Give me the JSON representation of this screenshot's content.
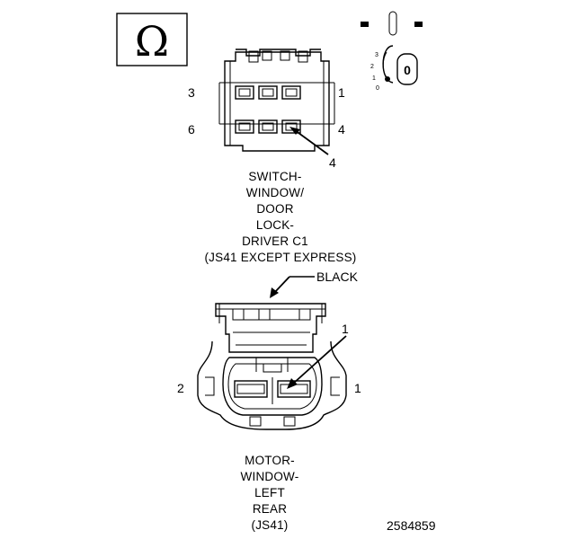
{
  "icons": {
    "omega": "ohm-meter-icon",
    "ignition": "ignition-key-icon",
    "omega_glyph": "Ω"
  },
  "ignition_positions": [
    "3",
    "2",
    "1",
    "0"
  ],
  "ignition_key_label": "0",
  "connector1": {
    "pins": {
      "top_left": "3",
      "top_right": "1",
      "bottom_left": "6",
      "bottom_right": "4"
    },
    "callout": "4",
    "title_lines": [
      "SWITCH-",
      "WINDOW/",
      "DOOR",
      "LOCK-",
      "DRIVER C1",
      "(JS41 EXCEPT EXPRESS)"
    ]
  },
  "connector2": {
    "color_label": "BLACK",
    "pins": {
      "left": "2",
      "right": "1"
    },
    "callout": "1",
    "title_lines": [
      "MOTOR-",
      "WINDOW-",
      "LEFT",
      "REAR",
      "(JS41)"
    ]
  },
  "figure_number": "2584859"
}
